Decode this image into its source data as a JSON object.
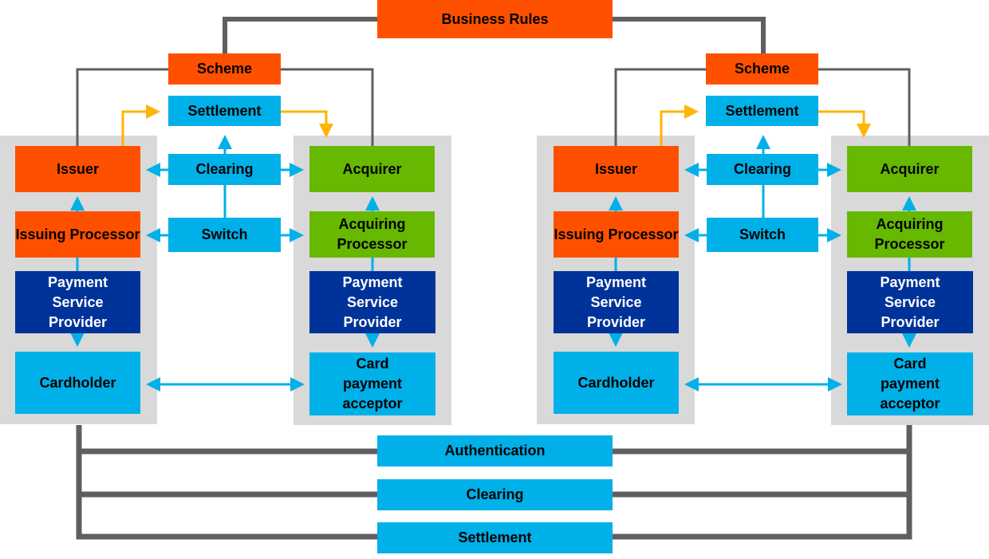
{
  "colors": {
    "orange": "#ff5000",
    "cyan": "#00b0e8",
    "green": "#66b800",
    "navy": "#003399",
    "panel_gray": "#d9d9d9",
    "connector_gray": "#5f5f5f",
    "settlement_arrow": "#ffb400",
    "flow_arrow": "#00b0e8"
  },
  "top": {
    "business_rules": "Business Rules"
  },
  "systems": [
    {
      "scheme": "Scheme",
      "settlement": "Settlement",
      "clearing": "Clearing",
      "switch": "Switch",
      "issuer": "Issuer",
      "issuing_processor": "Issuing Processor",
      "issuer_psp": "Payment Service Provider",
      "cardholder": "Cardholder",
      "acquirer": "Acquirer",
      "acquiring_processor": "Acquiring Processor",
      "acquirer_psp": "Payment Service Provider",
      "card_payment_acceptor": "Card payment acceptor"
    },
    {
      "scheme": "Scheme",
      "settlement": "Settlement",
      "clearing": "Clearing",
      "switch": "Switch",
      "issuer": "Issuer",
      "issuing_processor": "Issuing Processor",
      "issuer_psp": "Payment Service Provider",
      "cardholder": "Cardholder",
      "acquirer": "Acquirer",
      "acquiring_processor": "Acquiring Processor",
      "acquirer_psp": "Payment Service Provider",
      "card_payment_acceptor": "Card payment acceptor"
    }
  ],
  "bottom": {
    "authentication": "Authentication",
    "clearing": "Clearing",
    "settlement": "Settlement"
  }
}
